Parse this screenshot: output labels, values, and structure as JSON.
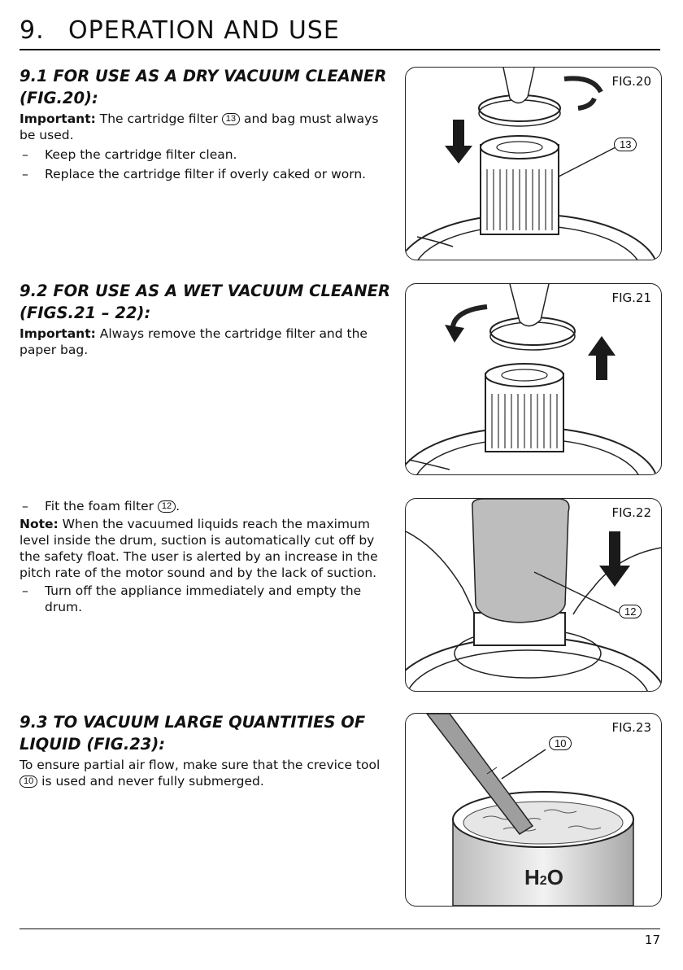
{
  "header": {
    "number": "9.",
    "title": "OPERATION AND USE"
  },
  "sections": [
    {
      "title_line1": "9.1  FOR USE AS A DRY VACUUM CLEANER",
      "title_line2": "(FIG.20):",
      "important_label": "Important:",
      "important_text_a": " The cartridge filter ",
      "important_ref": "13",
      "important_text_b": " and bag must always be used.",
      "bullets": [
        "Keep the cartridge filter clean.",
        "Replace the cartridge filter if overly caked or worn."
      ]
    },
    {
      "title_line1": "9.2  FOR USE AS A WET VACUUM CLEANER",
      "title_line2": "(FIGS.21 – 22):",
      "important_label": "Important:",
      "important_text": " Always remove the cartridge filter and the paper bag.",
      "bullet_foam_a": "Fit the foam filter ",
      "bullet_foam_ref": "12",
      "bullet_foam_b": ".",
      "note_label": "Note:",
      "note_text": " When the vacuumed liquids reach the maximum level inside the drum, suction is automatically cut off by the safety float. The user is alerted by an increase in the pitch rate of the motor sound and by the lack of suction.",
      "bullet_turnoff": "Turn off the appliance immediately and empty the drum."
    },
    {
      "title_line1": "9.3  TO VACUUM LARGE QUANTITIES OF",
      "title_line2": "LIQUID (FIG.23):",
      "text_a": "To ensure partial air flow, make sure that the crevice tool ",
      "text_ref": "10",
      "text_b": " is used and never fully submerged."
    }
  ],
  "figures": [
    {
      "label": "FIG.20",
      "callout": "13"
    },
    {
      "label": "FIG.21"
    },
    {
      "label": "FIG.22",
      "callout": "12"
    },
    {
      "label": "FIG.23",
      "callout": "10",
      "drum_text_h": "H",
      "drum_text_sub": "2",
      "drum_text_o": "O"
    }
  ],
  "dash": "–",
  "footer": {
    "page": "17"
  }
}
